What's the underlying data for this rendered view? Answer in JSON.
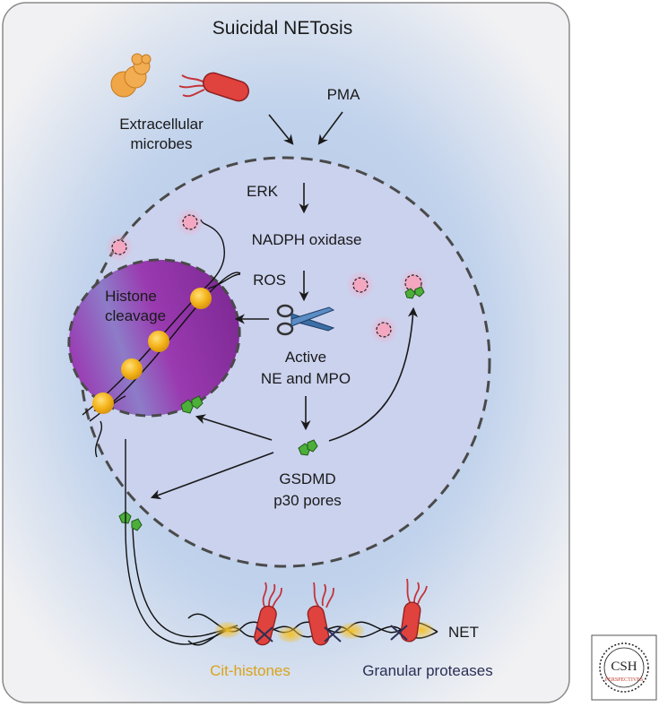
{
  "title": "Suicidal NETosis",
  "labels": {
    "extracellular_microbes_1": "Extracellular",
    "extracellular_microbes_2": "microbes",
    "pma": "PMA",
    "erk": "ERK",
    "nadph_oxidase": "NADPH oxidase",
    "ros": "ROS",
    "histone_cleavage_1": "Histone",
    "histone_cleavage_2": "cleavage",
    "active_ne_mpo_1": "Active",
    "active_ne_mpo_2": "NE and MPO",
    "gsdmd_1": "GSDMD",
    "gsdmd_2": "p30 pores",
    "net": "NET",
    "cit_histones": "Cit-histones",
    "granular_proteases": "Granular proteases"
  },
  "badge": {
    "line1": "CSH",
    "line2": "PERSPECTIVES"
  },
  "colors": {
    "background_glow": "#b7cbe6",
    "panel_border": "#8a8a8a",
    "cell_fill": "#cdd3ec",
    "membrane": "#4a4a4a",
    "nucleus": "#8b2fa0",
    "histone": "#f2b51c",
    "pore": "#4caf3a",
    "granule": "#f4a7c0",
    "protease": "#d8443a",
    "scissors": "#3b6ea5",
    "cit_text": "#d9a31a",
    "granular_text": "#2b2f55"
  }
}
